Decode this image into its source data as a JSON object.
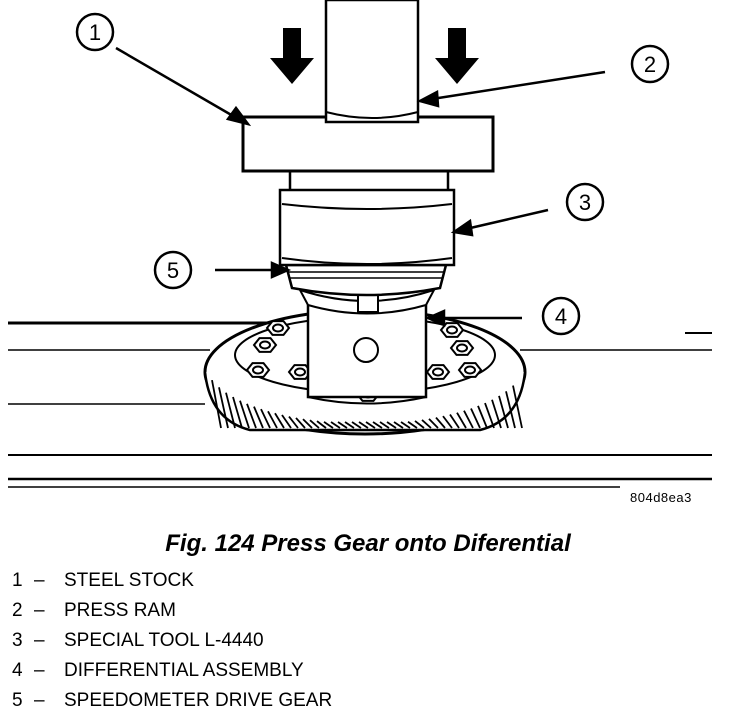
{
  "figure": {
    "callouts": [
      {
        "number": "1"
      },
      {
        "number": "2"
      },
      {
        "number": "3"
      },
      {
        "number": "4"
      },
      {
        "number": "5"
      }
    ],
    "reference_code": "804d8ea3"
  },
  "caption": "Fig. 124 Press Gear onto Diferential",
  "legend": [
    {
      "number": "1",
      "dash": "–",
      "text": "STEEL STOCK"
    },
    {
      "number": "2",
      "dash": "–",
      "text": "PRESS RAM"
    },
    {
      "number": "3",
      "dash": "–",
      "text": "SPECIAL TOOL L-4440"
    },
    {
      "number": "4",
      "dash": "–",
      "text": "DIFFERENTIAL ASSEMBLY"
    },
    {
      "number": "5",
      "dash": "–",
      "text": "SPEEDOMETER DRIVE GEAR"
    }
  ]
}
